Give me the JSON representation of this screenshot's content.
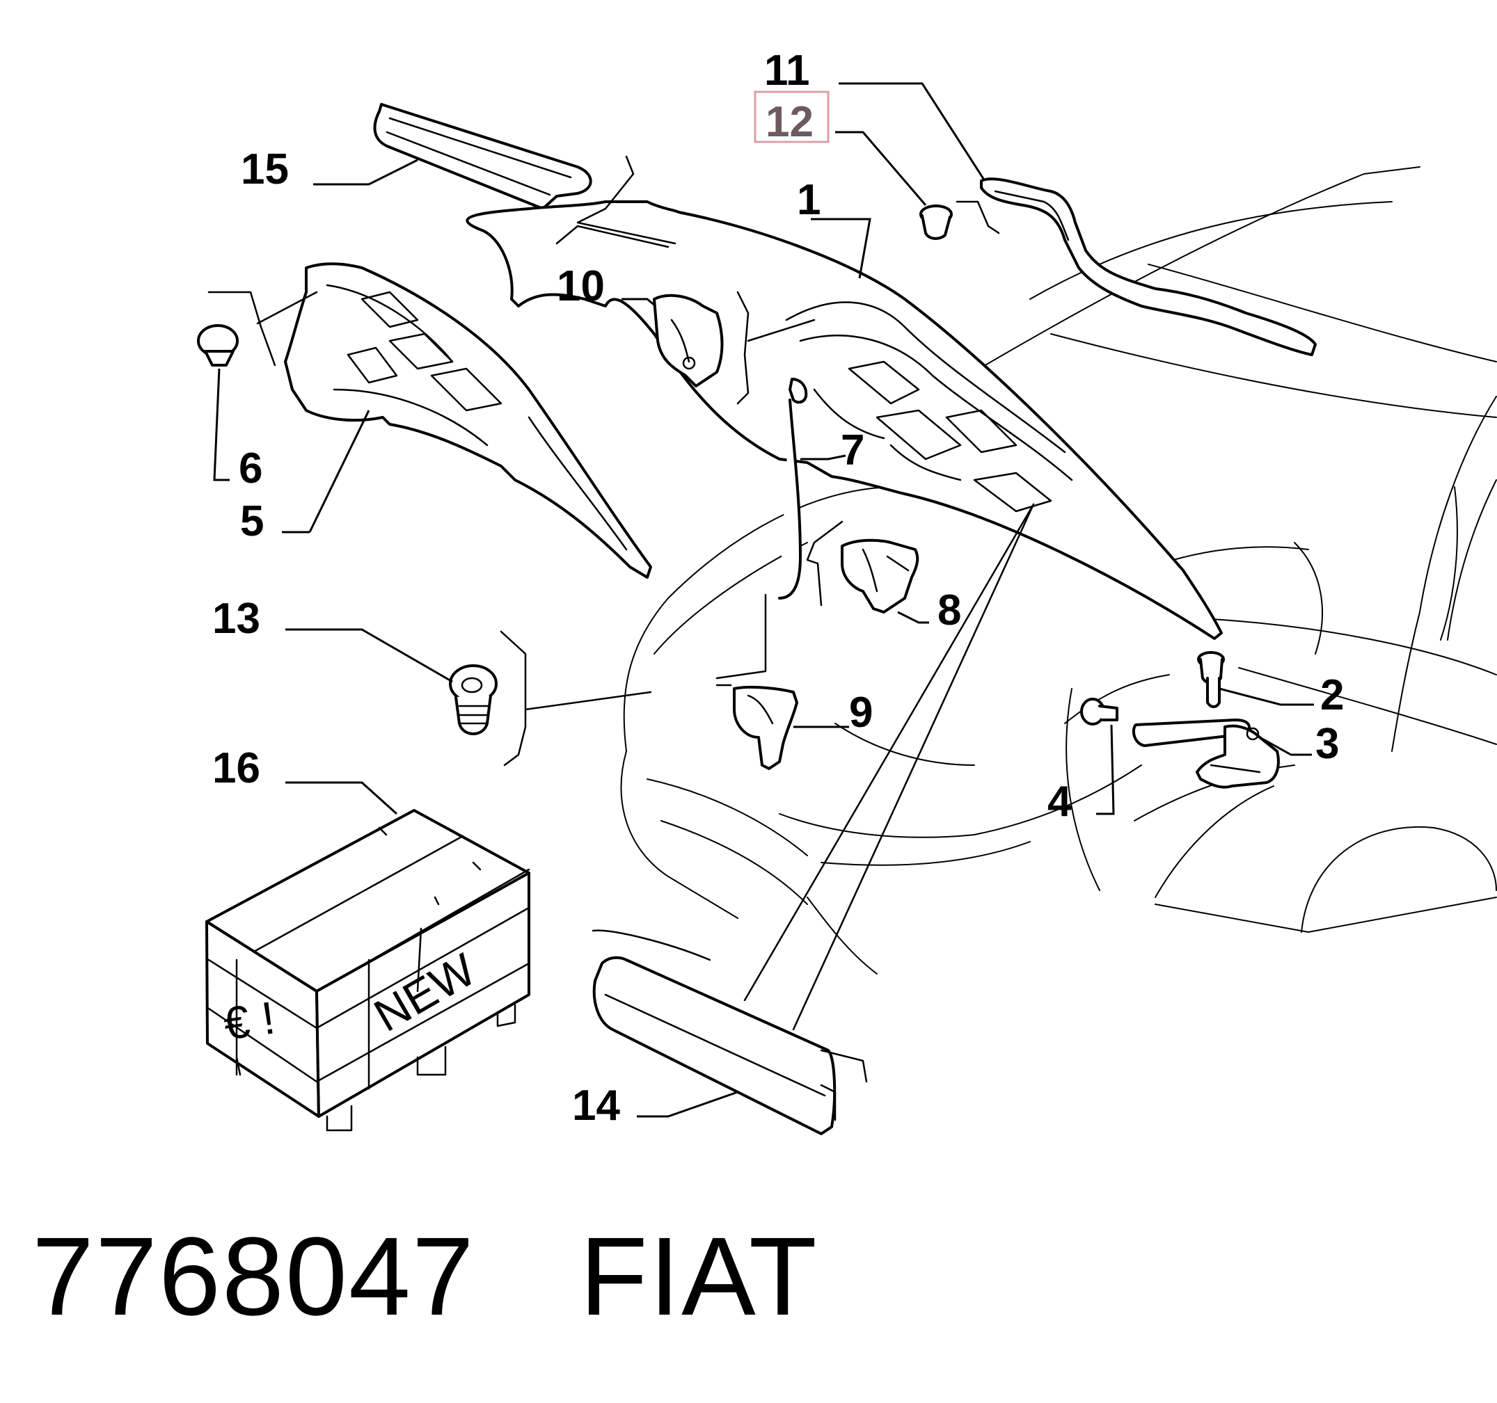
{
  "diagram": {
    "highlight_color": "#d9a0a6",
    "callouts": {
      "c1": "1",
      "c2": "2",
      "c3": "3",
      "c4": "4",
      "c5": "5",
      "c6": "6",
      "c7": "7",
      "c8": "8",
      "c9": "9",
      "c10": "10",
      "c11": "11",
      "c12": "12",
      "c13": "13",
      "c14": "14",
      "c15": "15",
      "c16": "16"
    },
    "highlighted_callout": "12",
    "crate_label": "NEW",
    "crate_symbols": "€ !"
  },
  "footer": {
    "part_number": "7768047",
    "brand": "FIAT"
  }
}
